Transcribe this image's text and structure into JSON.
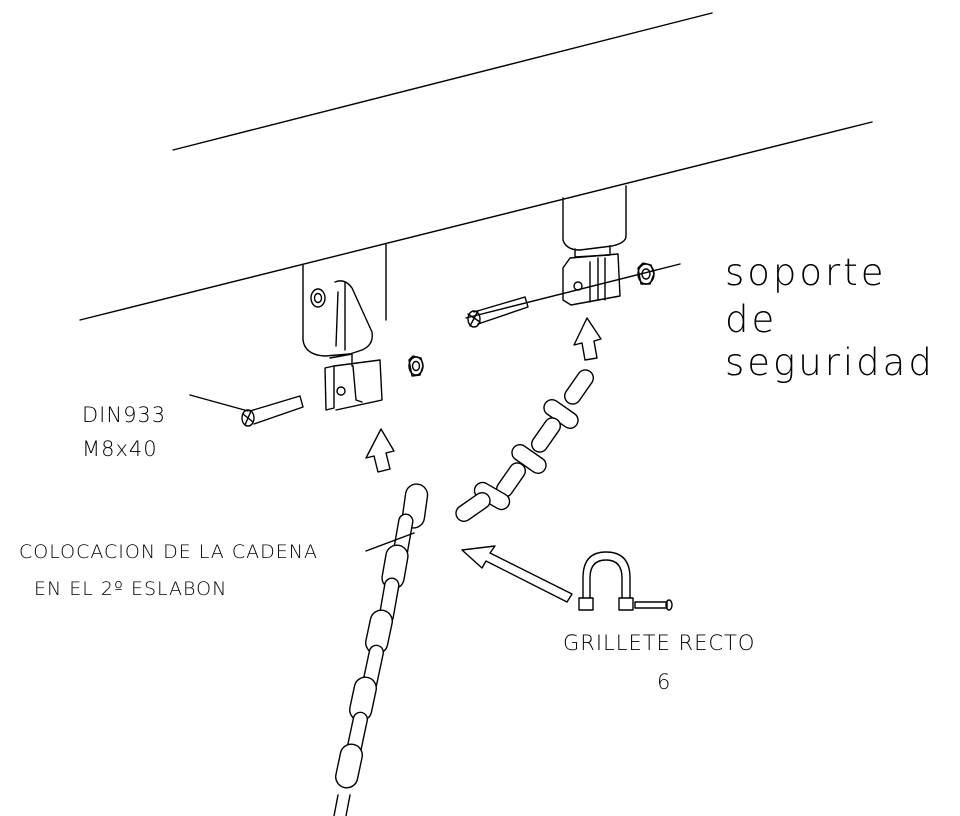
{
  "labels": {
    "support_line1": "soporte",
    "support_line2": "de",
    "support_line3": "seguridad",
    "bolt_line1": "DIN933",
    "bolt_line2": "M8x40",
    "chain_line1": "COLOCACION DE LA CADENA",
    "chain_line2": "EN EL 2º ESLABON",
    "shackle_line1": "GRILLETE RECTO",
    "shackle_line2": "6"
  }
}
